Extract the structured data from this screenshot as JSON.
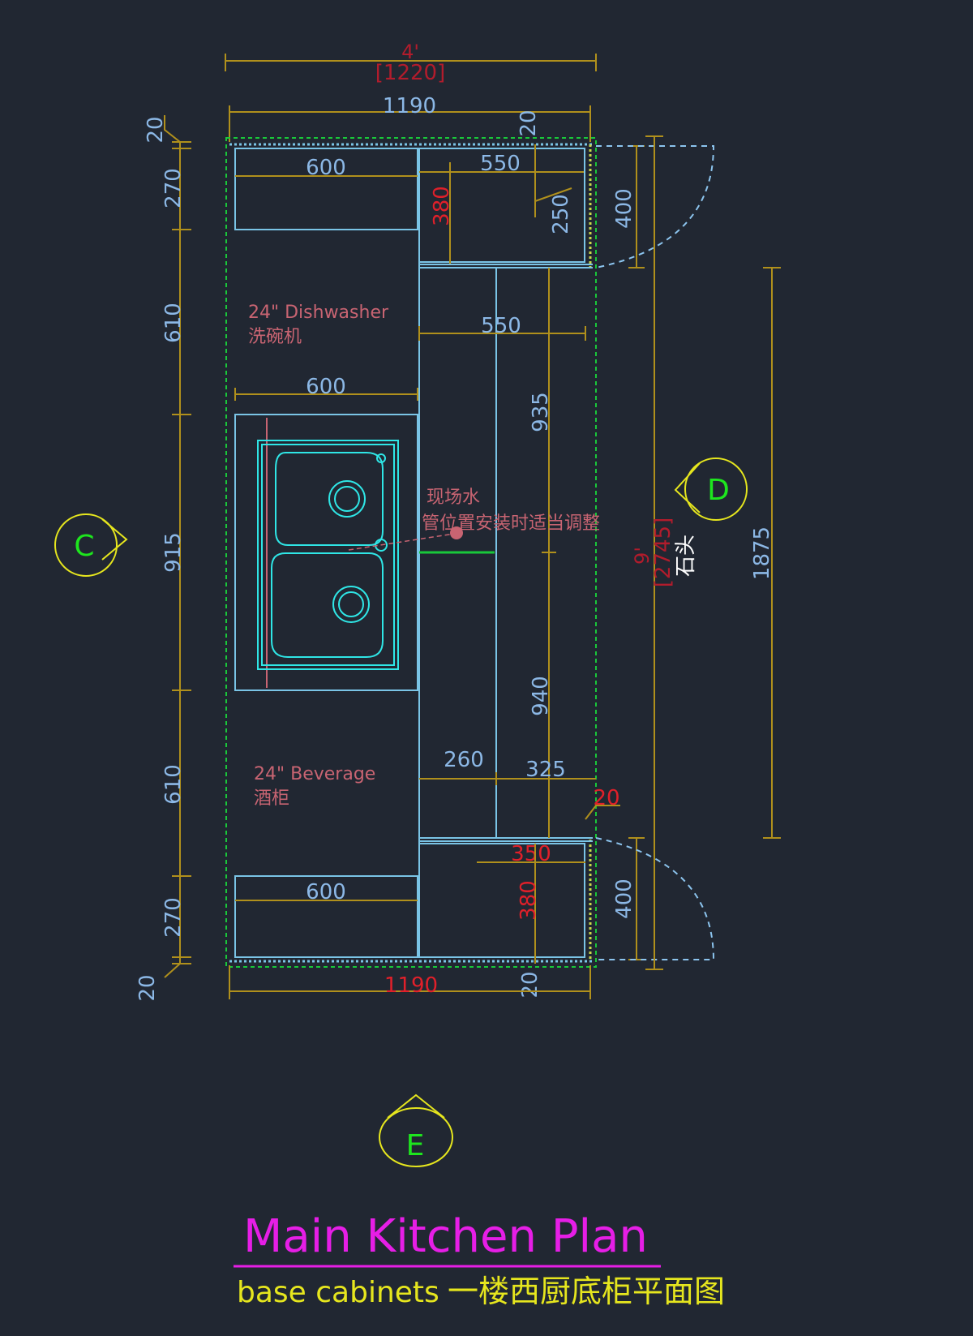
{
  "colors": {
    "background": "#212732",
    "dimension_line": "#b0901c",
    "dimension_text": "#8cb8e6",
    "red_dimension": "#e0202a",
    "cabinet_outline": "#7ac4e6",
    "sink": "#2fe6e6",
    "countertop_edge": "#19c83a",
    "note_text": "#c86472",
    "view_marker": "#e6e61e",
    "view_letter": "#1ee61e",
    "title": "#e61ee6",
    "subtitle": "#e6e61e"
  },
  "overall": {
    "width_imperial": "4'",
    "width_metric": "[1220]",
    "inner_width_top": "1190",
    "inner_width_bottom": "1190",
    "right_length_imperial": "9'",
    "right_length_metric": "[2745]",
    "right_span": "1875",
    "stone_label": "石头"
  },
  "left_dims": [
    "20",
    "270",
    "610",
    "915",
    "610",
    "270",
    "20"
  ],
  "cabinets": {
    "top_left_width": "600",
    "top_right_width": "550",
    "top_right_depth": "380",
    "top_right_side": "250",
    "top_right_door": "400",
    "top_right_gap": "20",
    "middle_width": "550",
    "middle_upper_length": "935",
    "middle_lower_length": "940",
    "sink_cabinet_width": "600",
    "lower_left_width": "260",
    "lower_right_width": "325",
    "lower_gap": "20",
    "bottom_right_width": "350",
    "bottom_right_depth": "380",
    "bottom_right_door": "400",
    "bottom_right_gap": "20",
    "bottom_left_width": "600"
  },
  "notes": {
    "dishwasher_en": "24\" Dishwasher",
    "dishwasher_cn": "洗碗机",
    "beverage_en": "24\"  Beverage",
    "beverage_cn": "酒柜",
    "water_line_1": "现场水",
    "water_line_2": "管位置安装时适当调整"
  },
  "markers": {
    "left": "C",
    "right": "D",
    "bottom": "E"
  },
  "title": "Main Kitchen Plan",
  "subtitle_en": "base cabinets",
  "subtitle_cn": "一楼西厨底柜平面图"
}
